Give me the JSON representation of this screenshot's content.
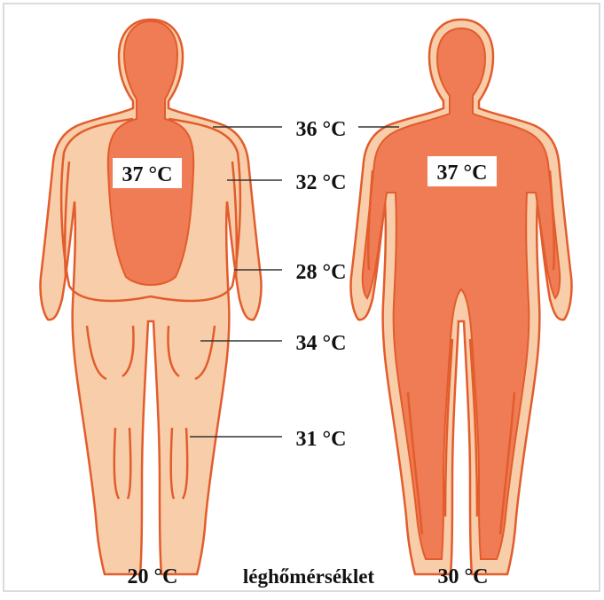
{
  "colors": {
    "outer_skin": "#f8ceaa",
    "contour_line": "#e25c2c",
    "core": "#ef7c55",
    "frame": "#cfcfcf",
    "leader": "#333333",
    "label_bg": "#ffffff"
  },
  "left_figure": {
    "core_label": "37 °C",
    "bottom_label": "20 °C"
  },
  "right_figure": {
    "core_label": "37 °C",
    "bottom_label": "30 °C"
  },
  "callouts": [
    {
      "name": "callout-36",
      "text": "36 °C"
    },
    {
      "name": "callout-32",
      "text": "32 °C"
    },
    {
      "name": "callout-28",
      "text": "28 °C"
    },
    {
      "name": "callout-34",
      "text": "34 °C"
    },
    {
      "name": "callout-31",
      "text": "31 °C"
    }
  ],
  "bottom_caption": "léghőmérséklet"
}
